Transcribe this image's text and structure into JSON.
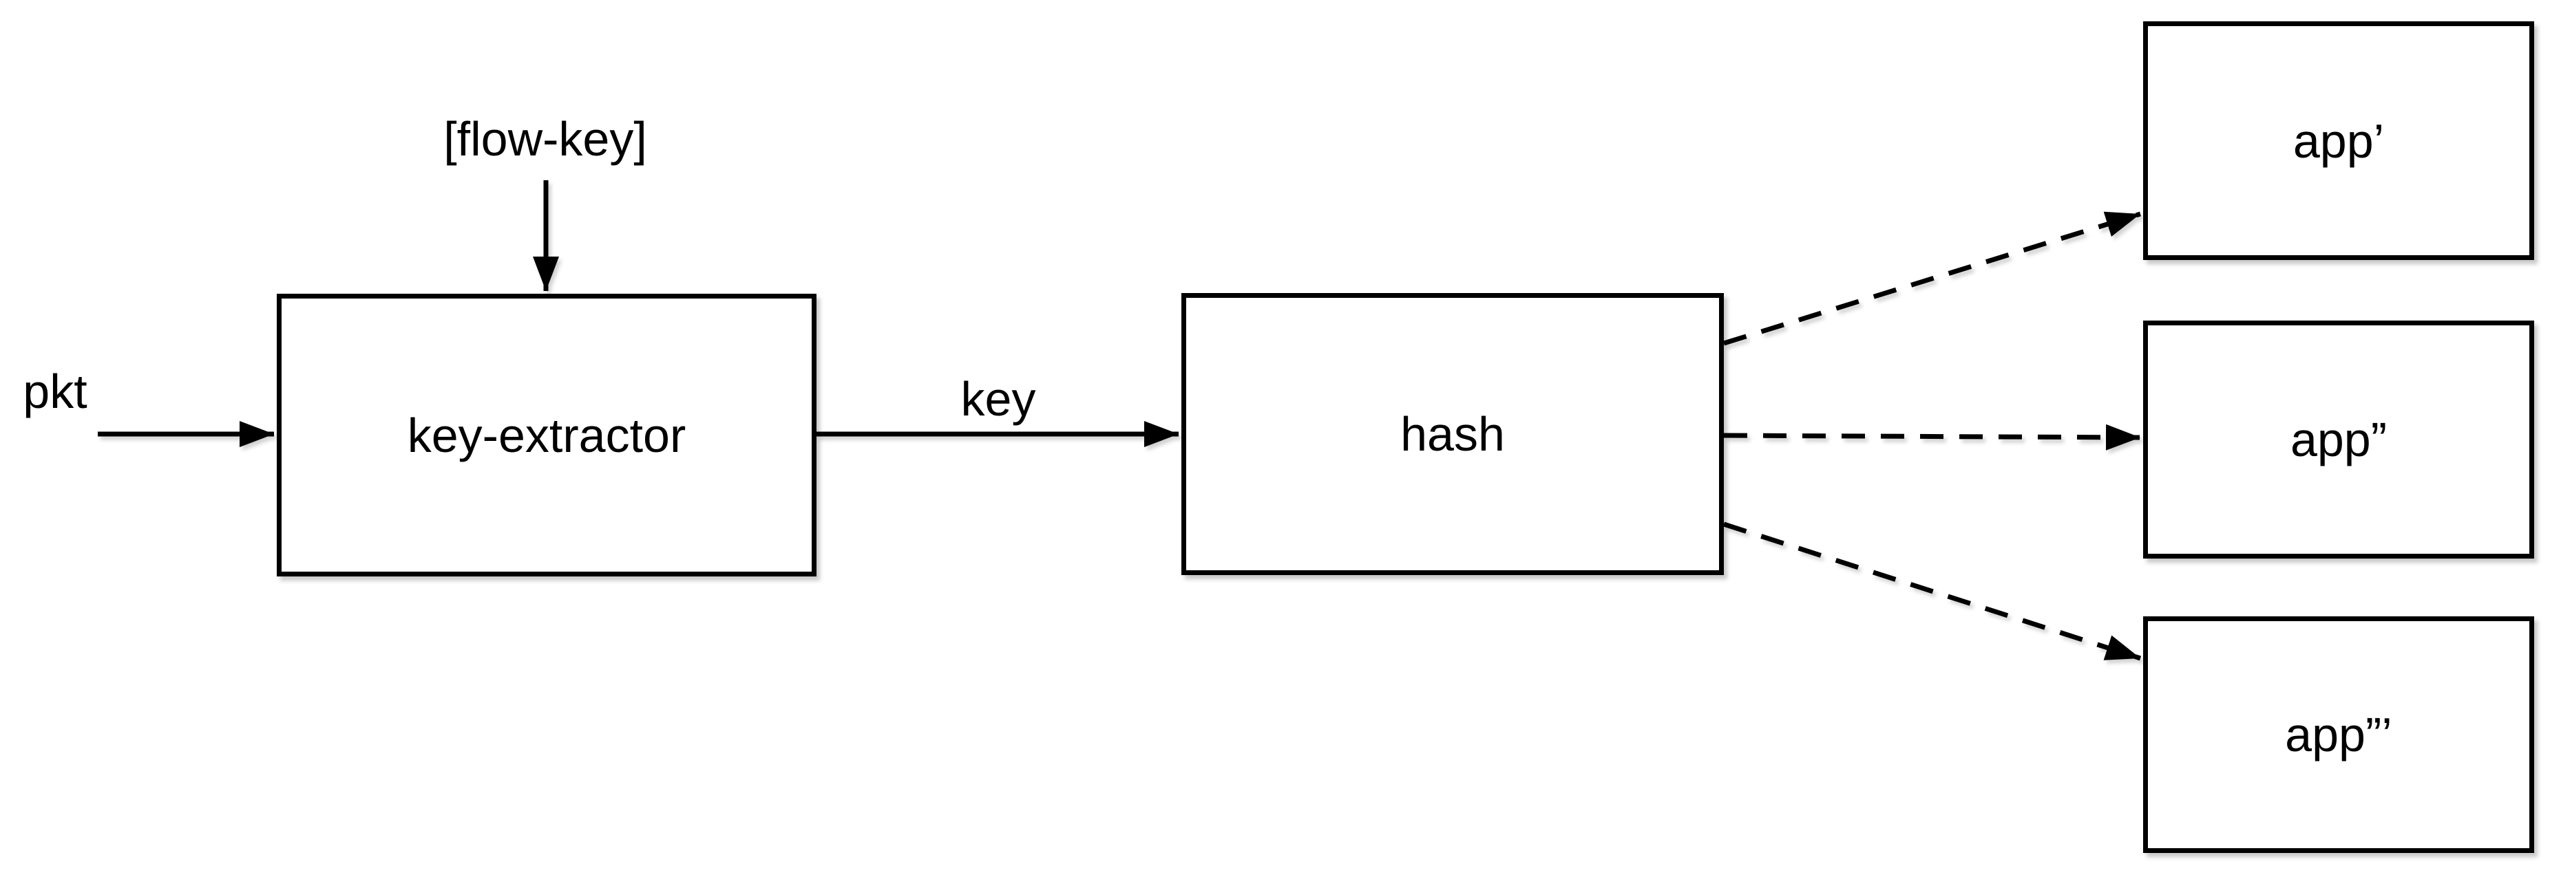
{
  "diagram": {
    "type": "flow-diagram",
    "background_color": "#ffffff",
    "line_color": "#000000",
    "node_fill_color": "#ffffff",
    "nodes": [
      {
        "id": "key-extractor",
        "label": "key-extractor"
      },
      {
        "id": "hash",
        "label": "hash"
      },
      {
        "id": "app1",
        "label": "app’"
      },
      {
        "id": "app2",
        "label": "app”"
      },
      {
        "id": "app3",
        "label": "app”’"
      }
    ],
    "annotations": [
      {
        "id": "pkt",
        "text": "pkt"
      },
      {
        "id": "flow-key",
        "text": "[flow-key]"
      },
      {
        "id": "key",
        "text": "key"
      }
    ],
    "edges": [
      {
        "from": "pkt-source",
        "to": "key-extractor",
        "label": "pkt",
        "style": "solid-arrow"
      },
      {
        "from": "flow-key-config",
        "to": "key-extractor",
        "label": "[flow-key]",
        "style": "solid-arrow"
      },
      {
        "from": "key-extractor",
        "to": "hash",
        "label": "key",
        "style": "solid-arrow"
      },
      {
        "from": "hash",
        "to": "app1",
        "label": "",
        "style": "dashed-arrow"
      },
      {
        "from": "hash",
        "to": "app2",
        "label": "",
        "style": "dashed-arrow"
      },
      {
        "from": "hash",
        "to": "app3",
        "label": "",
        "style": "dashed-arrow"
      }
    ]
  }
}
